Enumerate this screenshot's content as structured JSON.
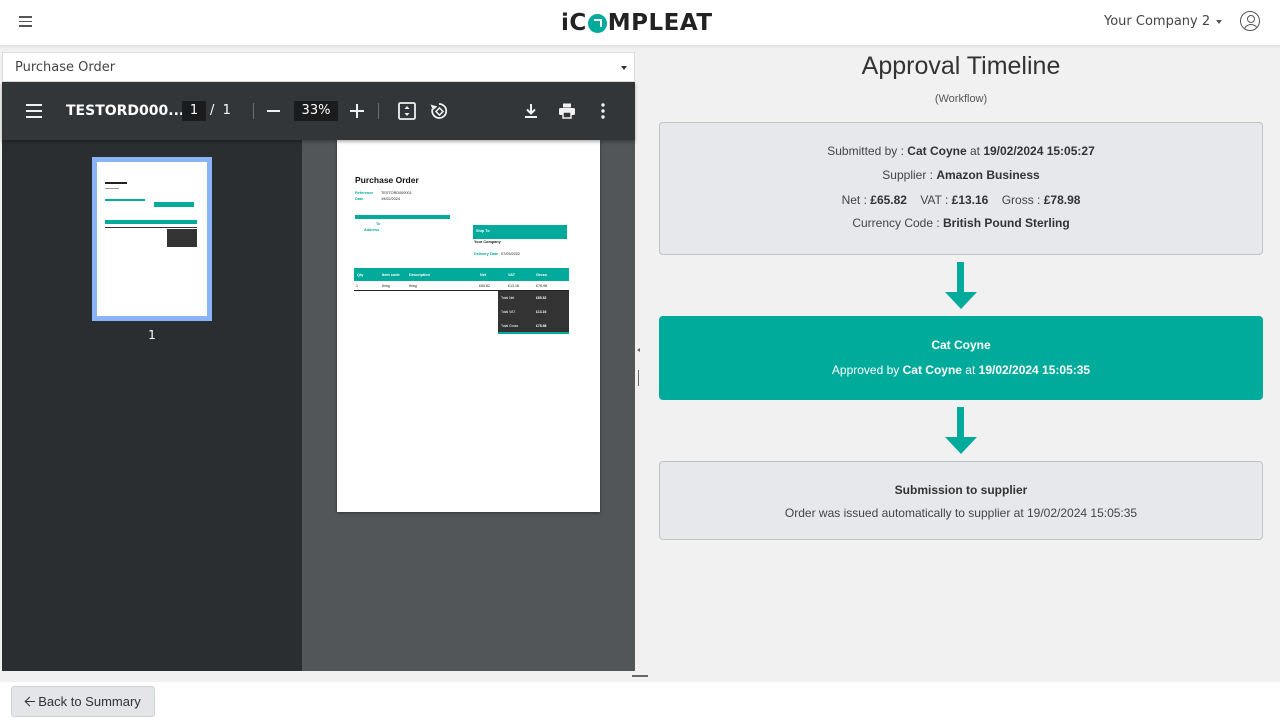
{
  "header": {
    "logo": {
      "left": "iC",
      "right": "MPLEAT"
    },
    "company": "Your Company 2"
  },
  "document_select": {
    "value": "Purchase Order"
  },
  "pdf_viewer": {
    "file_name": "TESTORD000...",
    "current_page": "1",
    "page_separator": "/",
    "total_pages": "1",
    "zoom": "33%",
    "thumbnail_label": "1",
    "page": {
      "title": "Purchase Order",
      "reference_label": "Reference",
      "reference_value": "TESTORD000001",
      "date_label": "Date",
      "date_value": "19/02/2024",
      "to_label": "To",
      "address_label": "Address",
      "ship_to_label": "Ship To",
      "ship_to_value": "Your Company",
      "delivery_label": "Delivery Date",
      "delivery_value": "07/09/2022",
      "columns": [
        "Qty",
        "Item code",
        "Description",
        "Net",
        "VAT",
        "Gross"
      ],
      "row": [
        "1",
        "thing",
        "thing",
        "£65.82",
        "£13.16",
        "£78.98"
      ],
      "totals": [
        {
          "label": "Total Net",
          "value": "£65.82"
        },
        {
          "label": "Total VAT",
          "value": "£13.16"
        },
        {
          "label": "Total Gross",
          "value": "£78.98"
        }
      ]
    }
  },
  "timeline": {
    "title": "Approval Timeline",
    "subtitle": "(Workflow)",
    "submitted": {
      "submitted_by_label": "Submitted by : ",
      "submitted_by": "Cat Coyne",
      "at_label": " at ",
      "submitted_at": "19/02/2024 15:05:27",
      "supplier_label": "Supplier : ",
      "supplier": "Amazon Business",
      "net_label": "Net : ",
      "net": "£65.82",
      "vat_label": "VAT : ",
      "vat": "£13.16",
      "gross_label": "Gross : ",
      "gross": "£78.98",
      "currency_label": "Currency Code : ",
      "currency": "British Pound Sterling"
    },
    "approved": {
      "approver": "Cat Coyne",
      "approved_by_label": "Approved by ",
      "approved_by": "Cat Coyne",
      "at_label": " at ",
      "approved_at": "19/02/2024 15:05:35"
    },
    "submission": {
      "title": "Submission to supplier",
      "text": "Order was issued automatically to supplier at 19/02/2024 15:05:35"
    }
  },
  "footer": {
    "back_label": "Back to Summary"
  },
  "colors": {
    "accent": "#00ab9c",
    "viewer_toolbar": "#323639",
    "viewer_bg": "#525659"
  }
}
